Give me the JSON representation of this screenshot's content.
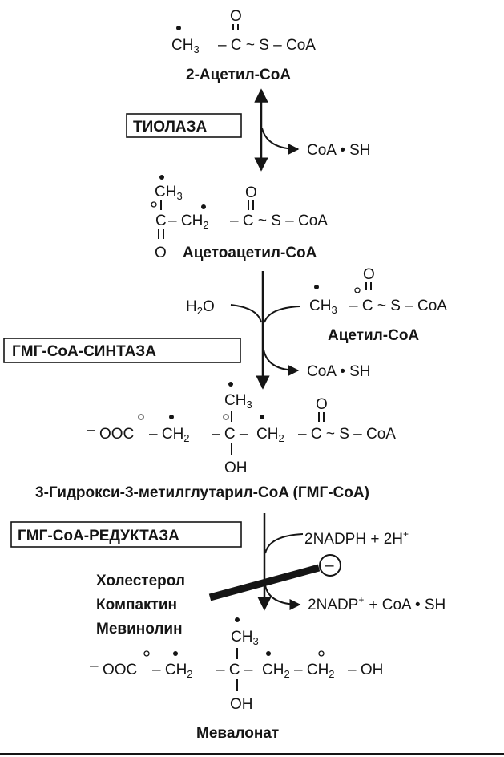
{
  "acetyl": {
    "ch3": "CH",
    "three": "3",
    "mid": "– C ~ S – CoA",
    "o": "O",
    "name": "2-Ацетил-CoA"
  },
  "thiolase": {
    "enzyme": "ТИОЛАЗА",
    "coash": "CoA • SH"
  },
  "acetoacetyl": {
    "ch3": "CH",
    "three": "3",
    "c1": "C",
    "ch2": "– CH",
    "two": "2",
    "c2": "– C ~ S – CoA",
    "o_top": "O",
    "o_bottom": "O",
    "name": "Ацетоацетил-CoA"
  },
  "synthase": {
    "enzyme": "ГМГ-CoA-СИНТАЗА",
    "h2o_h": "H",
    "h2o_two": "2",
    "h2o_o": "O",
    "acetyl_ch3": "CH",
    "acetyl_three": "3",
    "acetyl_rest": "– C ~ S – CoA",
    "acetyl_o": "O",
    "acetyl_name": "Ацетил-CoA",
    "coash": "CoA • SH"
  },
  "hmg": {
    "minus": "–",
    "ooc": "OOC",
    "ch2a": "– CH",
    "two_a": "2",
    "c": "– C –",
    "ch2b": "CH",
    "two_b": "2",
    "tail": "– C ~ S – CoA",
    "ch3": "CH",
    "three": "3",
    "oh": "OH",
    "o_top": "O",
    "name": "3-Гидрокси-3-метилглутарил-CoA  (ГМГ-CoA)"
  },
  "reductase": {
    "enzyme": "ГМГ-CoA-РЕДУКТАЗА",
    "nadph": "2NADPH + 2H",
    "nadph_plus": "+",
    "nadp": "2NADP",
    "nadp_plus": "+",
    "nadp_rest": "+ CoA • SH",
    "minus_sign": "–"
  },
  "inhibitors": [
    "Холестерол",
    "Компактин",
    "Мевинолин"
  ],
  "mevalonate": {
    "minus": "–",
    "ooc": "OOC",
    "ch2a": "– CH",
    "two_a": "2",
    "c": "– C –",
    "ch2b": "CH",
    "two_b": "2",
    "ch2c": "– CH",
    "two_c": "2",
    "oh_tail": "– OH",
    "ch3": "CH",
    "three": "3",
    "oh": "OH",
    "name": "Мевалонат"
  }
}
